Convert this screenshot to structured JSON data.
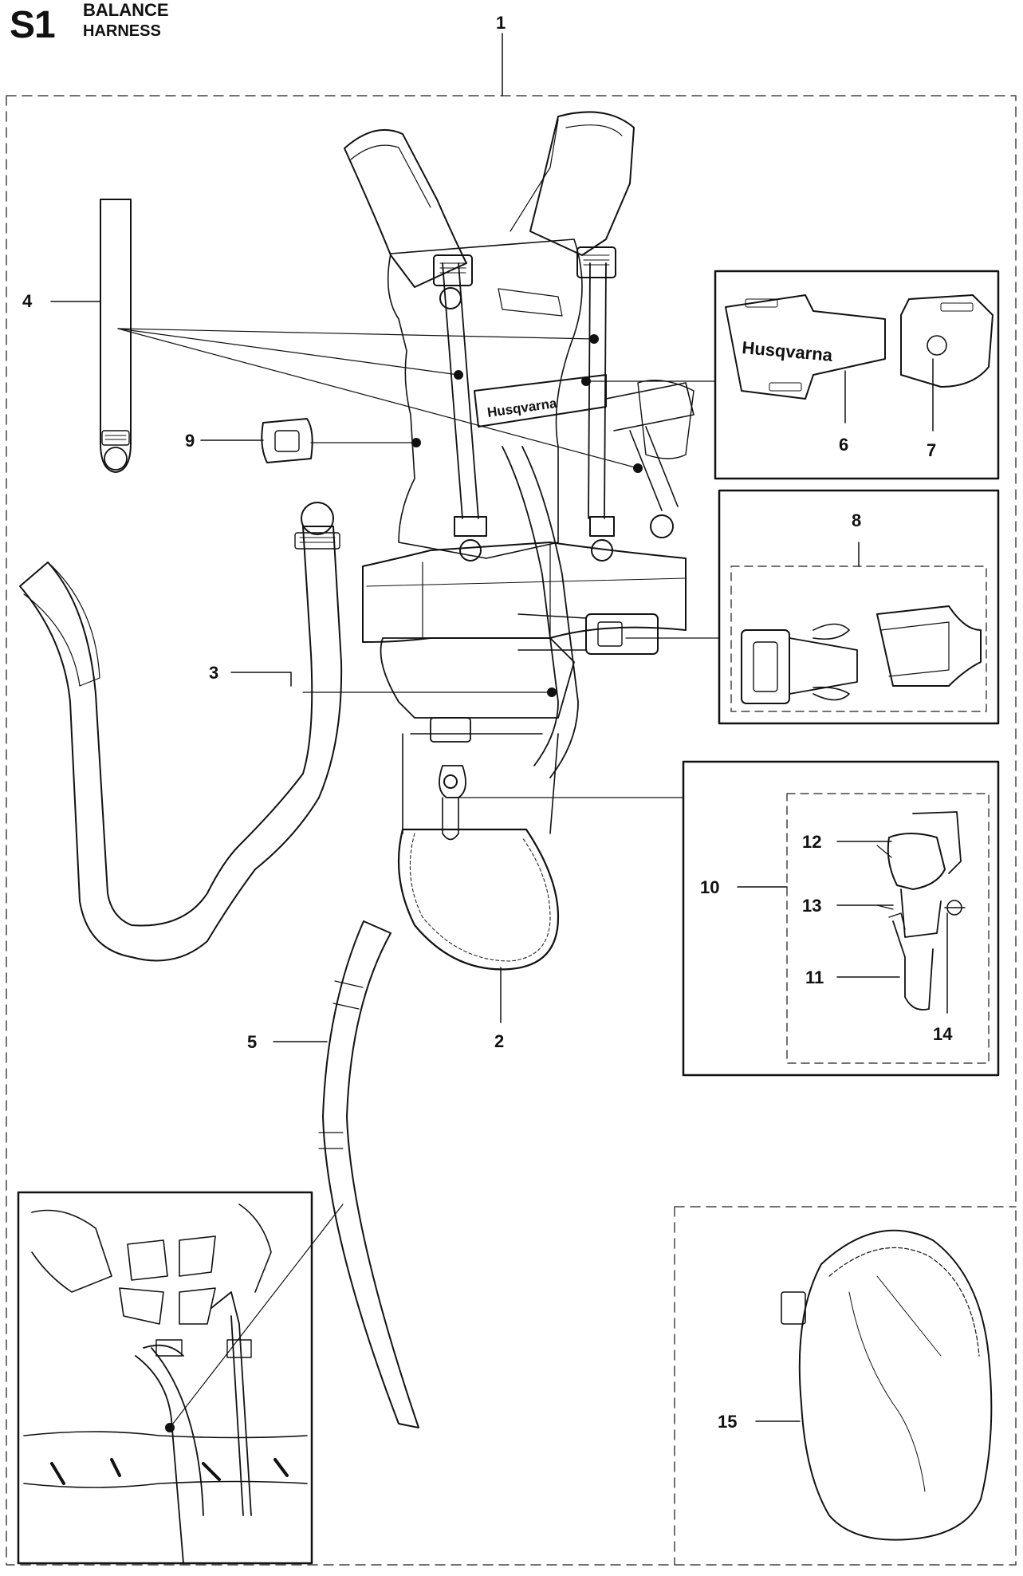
{
  "header": {
    "code": "S1",
    "title_line1": "BALANCE",
    "title_line2": "HARNESS"
  },
  "brand_text": "Husqvarna",
  "callouts": {
    "c1": "1",
    "c2": "2",
    "c3": "3",
    "c4": "4",
    "c5": "5",
    "c6": "6",
    "c7": "7",
    "c8": "8",
    "c9": "9",
    "c10": "10",
    "c11": "11",
    "c12": "12",
    "c13": "13",
    "c14": "14",
    "c15": "15"
  },
  "colors": {
    "line": "#111111",
    "background": "#ffffff",
    "dash": "#444444"
  }
}
